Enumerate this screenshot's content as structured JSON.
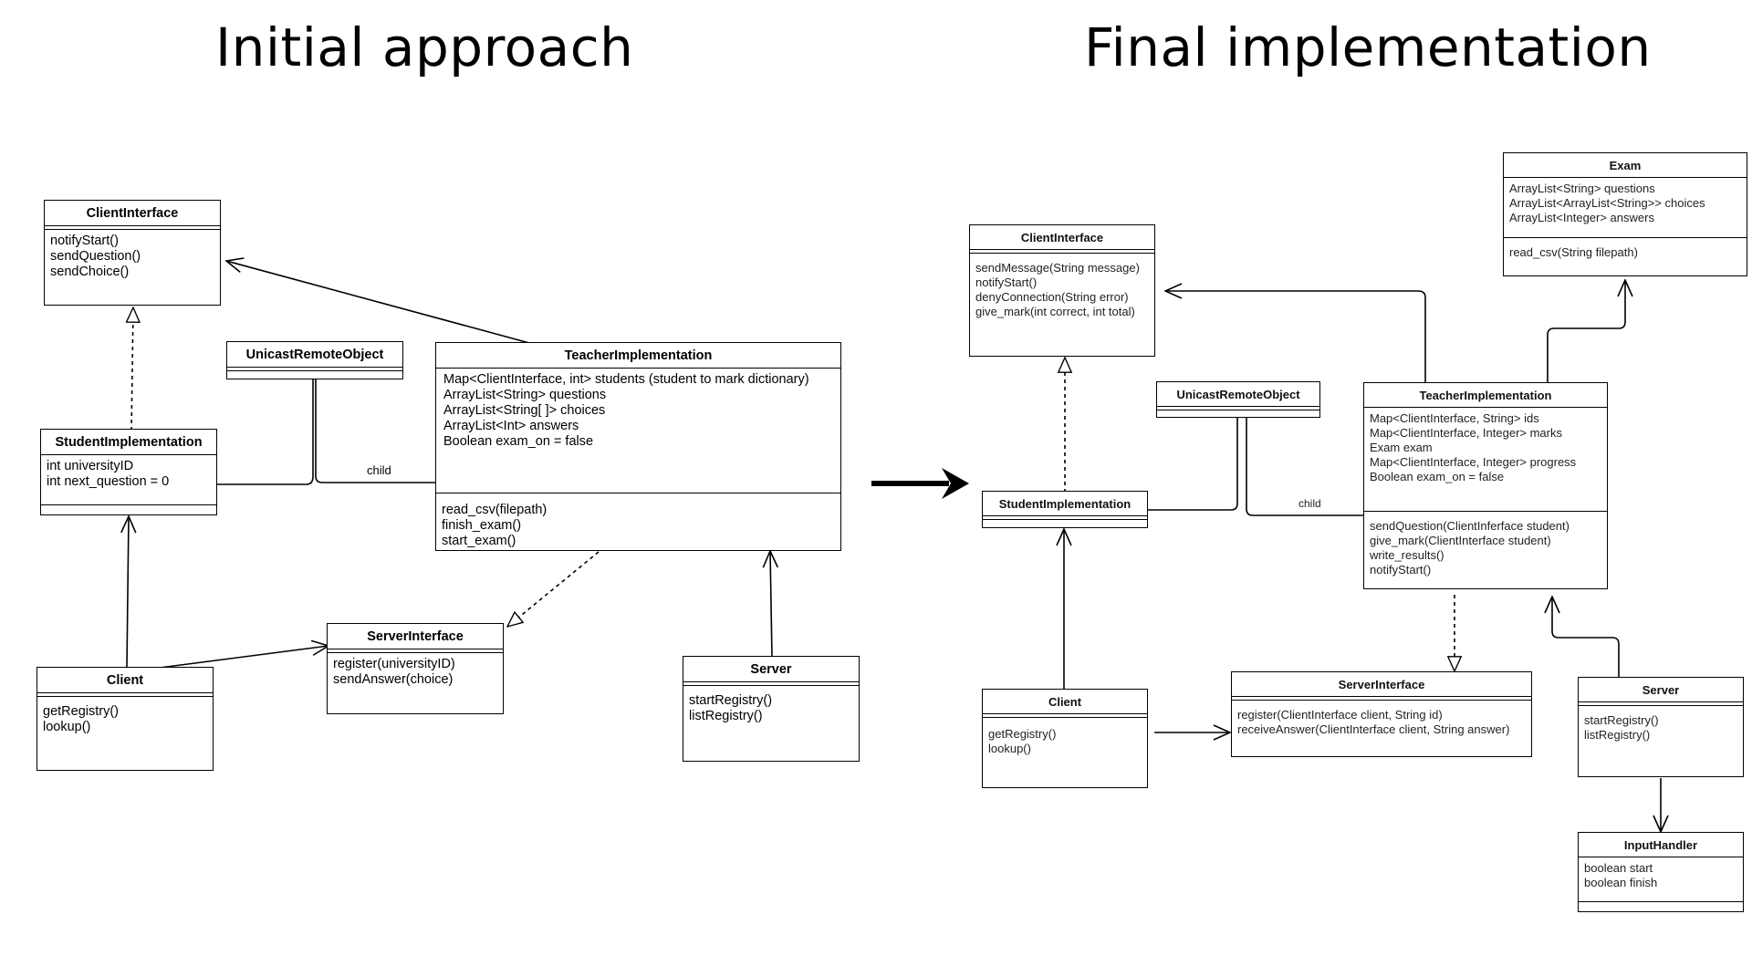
{
  "titles": {
    "left": "Initial approach",
    "right": "Final implementation"
  },
  "initial": {
    "client_interface": {
      "name": "ClientInterface",
      "methods": [
        "notifyStart()",
        "sendQuestion()",
        "sendChoice()"
      ]
    },
    "unicast": {
      "name": "UnicastRemoteObject"
    },
    "teacher": {
      "name": "TeacherImplementation",
      "fields": [
        "Map<ClientInterface, int> students (student to mark dictionary)",
        "ArrayList<String> questions",
        "ArrayList<String[ ]> choices",
        "ArrayList<Int> answers",
        "Boolean exam_on = false"
      ],
      "methods": [
        "read_csv(filepath)",
        "finish_exam()",
        "start_exam()"
      ]
    },
    "student": {
      "name": "StudentImplementation",
      "fields": [
        "int universityID",
        "int next_question = 0"
      ]
    },
    "server_interface": {
      "name": "ServerInterface",
      "methods": [
        "register(universityID)",
        "sendAnswer(choice)"
      ]
    },
    "client": {
      "name": "Client",
      "methods": [
        "getRegistry()",
        "lookup()"
      ]
    },
    "server": {
      "name": "Server",
      "methods": [
        "startRegistry()",
        "listRegistry()"
      ]
    },
    "child_label": "child"
  },
  "final": {
    "exam": {
      "name": "Exam",
      "fields": [
        "ArrayList<String> questions",
        "ArrayList<ArrayList<String>> choices",
        "ArrayList<Integer> answers"
      ],
      "methods": [
        "read_csv(String filepath)"
      ]
    },
    "client_interface": {
      "name": "ClientInterface",
      "methods": [
        "sendMessage(String message)",
        "notifyStart()",
        "denyConnection(String error)",
        "give_mark(int correct, int total)"
      ]
    },
    "unicast": {
      "name": "UnicastRemoteObject"
    },
    "teacher": {
      "name": "TeacherImplementation",
      "fields": [
        "Map<ClientInterface, String> ids",
        "Map<ClientInterface, Integer> marks",
        "Exam exam",
        "Map<ClientInterface, Integer> progress",
        "Boolean exam_on = false"
      ],
      "methods": [
        "sendQuestion(ClientInferface student)",
        "give_mark(ClientInterface student)",
        "write_results()",
        "notifyStart()"
      ]
    },
    "student": {
      "name": "StudentImplementation"
    },
    "server_interface": {
      "name": "ServerInterface",
      "methods": [
        "register(ClientInterface client, String id)",
        "receiveAnswer(ClientInterface client, String answer)"
      ]
    },
    "client": {
      "name": "Client",
      "methods": [
        "getRegistry()",
        "lookup()"
      ]
    },
    "server": {
      "name": "Server",
      "methods": [
        "startRegistry()",
        "listRegistry()"
      ]
    },
    "input_handler": {
      "name": "InputHandler",
      "fields": [
        "boolean start",
        "boolean finish"
      ]
    },
    "child_label": "child"
  }
}
